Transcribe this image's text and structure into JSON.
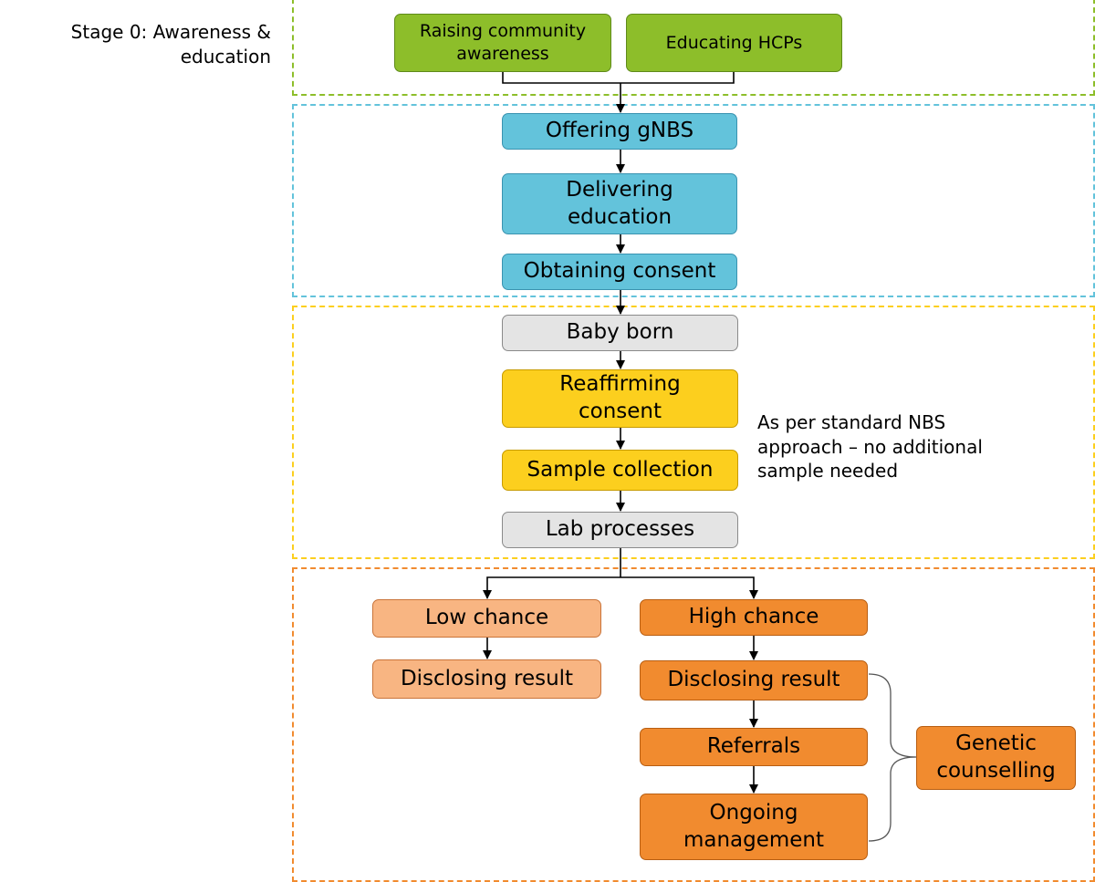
{
  "stage_labels": {
    "stage0": "Stage 0: Awareness & education"
  },
  "nodes": {
    "raising_awareness": "Raising community awareness",
    "educating_hcps": "Educating HCPs",
    "offering_gnbs": "Offering gNBS",
    "delivering_education": "Delivering education",
    "obtaining_consent": "Obtaining consent",
    "baby_born": "Baby born",
    "reaffirming_consent": "Reaffirming consent",
    "sample_collection": "Sample collection",
    "lab_processes": "Lab processes",
    "low_chance": "Low chance",
    "high_chance": "High chance",
    "disclosing_result_low": "Disclosing result",
    "disclosing_result_high": "Disclosing result",
    "referrals": "Referrals",
    "ongoing_management": "Ongoing management",
    "genetic_counselling": "Genetic counselling"
  },
  "annotations": {
    "nbs_note": "As per standard NBS approach – no additional sample needed"
  },
  "colors": {
    "stage0_border": "#8dbe2a",
    "stage1_border": "#63c3db",
    "stage2_border": "#fccf1e",
    "stage3_border": "#f18b2f"
  }
}
